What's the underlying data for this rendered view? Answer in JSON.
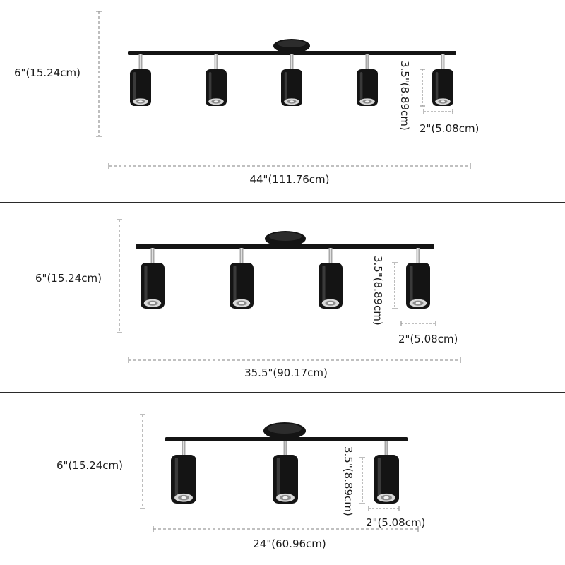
{
  "colors": {
    "background": "#ffffff",
    "fixture": "#141414",
    "stem": "#a8a8a8",
    "dimension_line": "#9a9a9a",
    "divider": "#2a2a2a",
    "text": "#1a1a1a"
  },
  "panels": [
    {
      "lights": 5,
      "height_label": "6\"(15.24cm)",
      "width_label": "44\"(111.76cm)",
      "shade_height_label": "3.5\"(8.89cm)",
      "shade_width_label": "2\"(5.08cm)"
    },
    {
      "lights": 4,
      "height_label": "6\"(15.24cm)",
      "width_label": "35.5\"(90.17cm)",
      "shade_height_label": "3.5\"(8.89cm)",
      "shade_width_label": "2\"(5.08cm)"
    },
    {
      "lights": 3,
      "height_label": "6\"(15.24cm)",
      "width_label": "24\"(60.96cm)",
      "shade_height_label": "3.5\"(8.89cm)",
      "shade_width_label": "2\"(5.08cm)"
    }
  ]
}
